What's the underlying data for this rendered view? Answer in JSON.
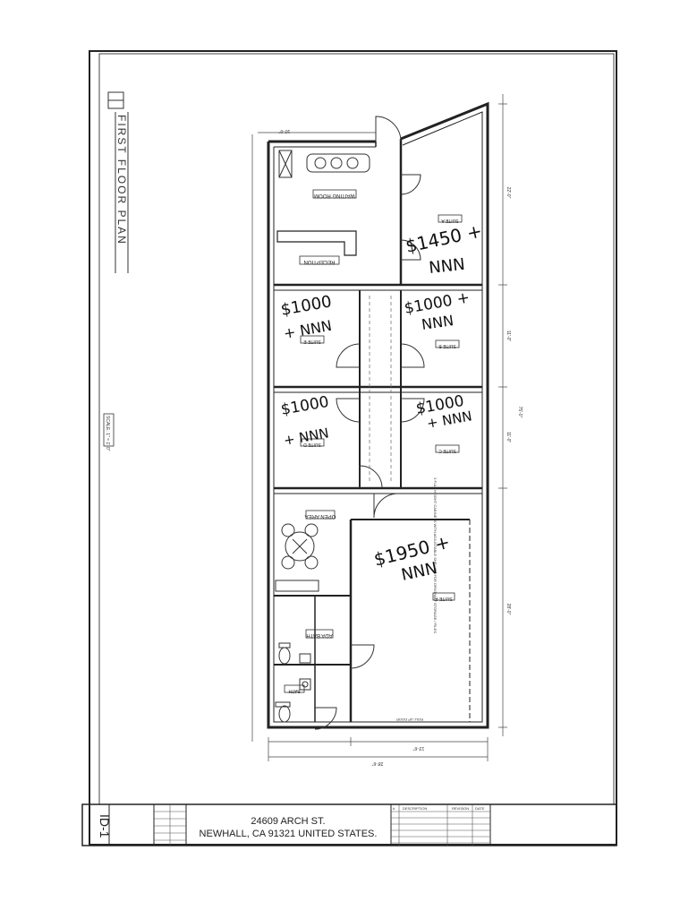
{
  "title": {
    "floor_label": "FIRST FLOOR PLAN",
    "scale_label": "SCALE: 1\" = 1'-0\""
  },
  "address": {
    "line1": "24609 ARCH ST.",
    "line2": "NEWHALL, CA 91321 UNITED STATES."
  },
  "revision_table": {
    "headers": [
      "#",
      "DESCRIPTION",
      "REVISION",
      "DATE"
    ]
  },
  "sheet_id": "ID-1",
  "rooms": {
    "waiting_room": "WAITING ROOM",
    "reception": "RECEPTION",
    "suite_a": "SUITE A",
    "suite_b": "SUITE B",
    "suite_c": "SUITE C",
    "suite_d": "SUITE D",
    "suite_e": "SUITE E",
    "suite_f": "SUITE F",
    "open_area": "OPEN AREA",
    "ada_bath": "ADA BATH",
    "bath": "BATH",
    "suite_f_note": "3 FULL HEIGHT CABINETS WITH ADJUSTABLE SHELVES FOR DRIVEWAY STORAGE / FILES",
    "rollup_door": "ROLL UP DOOR"
  },
  "prices": {
    "suite_a": [
      "$1450 +",
      "NNN"
    ],
    "suite_e": [
      "$1000",
      "+ NNN"
    ],
    "suite_b": [
      "$1000 +",
      "NNN"
    ],
    "suite_d": [
      "$1000",
      "+ NNN"
    ],
    "suite_c": [
      "$1000",
      "+ NNN"
    ],
    "suite_f": [
      "$1950 +",
      "NNN"
    ]
  },
  "dimensions": {
    "top_left": "10'-0\"",
    "overall_width": "28'-6\"",
    "bottom_right": "13'-6\"",
    "overall_length": "75'-0\"",
    "suite_a_len": "22'-0\"",
    "suite_b_len": "11'-0\"",
    "suite_c_len": "11'-0\"",
    "suite_f_len": "28'-0\""
  }
}
